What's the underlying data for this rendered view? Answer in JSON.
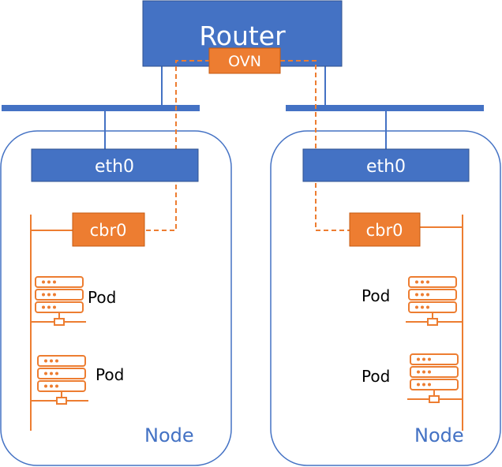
{
  "router": {
    "label": "Router",
    "ovn_label": "OVN"
  },
  "nodes": [
    {
      "label": "Node",
      "eth_label": "eth0",
      "bridge_label": "cbr0",
      "pods": [
        "Pod",
        "Pod"
      ]
    },
    {
      "label": "Node",
      "eth_label": "eth0",
      "bridge_label": "cbr0",
      "pods": [
        "Pod",
        "Pod"
      ]
    }
  ],
  "colors": {
    "blue": "#4472C4",
    "blue_dark": "#2F528F",
    "orange": "#ED7D31",
    "orange_dark": "#C55A11",
    "white": "#FFFFFF",
    "black": "#000000"
  }
}
